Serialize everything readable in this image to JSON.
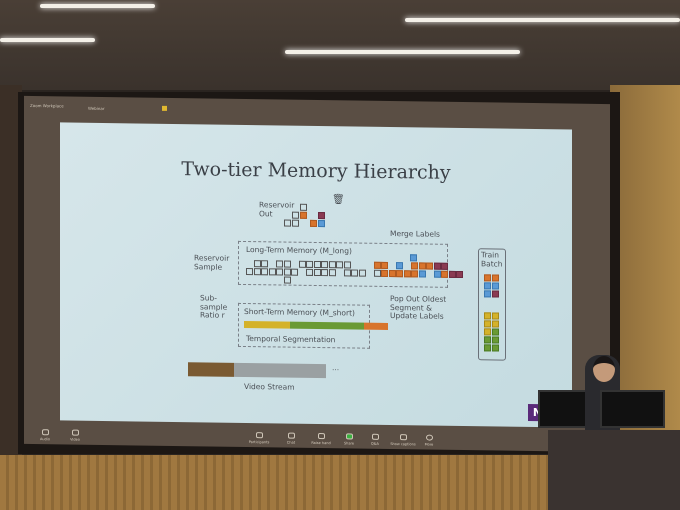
{
  "app": {
    "name": "Zoom Workplace",
    "mode": "Webinar"
  },
  "slide": {
    "title": "Two-tier Memory Hierarchy",
    "labels": {
      "reservoir_out": "Reservoir Out",
      "reservoir_sample": "Reservoir Sample",
      "subsample_ratio": "Sub-sample Ratio r",
      "long_term": "Long-Term Memory (M_long)",
      "short_term": "Short-Term Memory (M_short)",
      "merge_labels": "Merge Labels",
      "pop_out": "Pop Out Oldest Segment & Update Labels",
      "temporal_segmentation": "Temporal  Segmentation",
      "train_batch": "Train Batch",
      "video_stream": "Video Stream",
      "ellipsis": "···"
    },
    "logo": "NYU"
  },
  "toolbar": {
    "items": [
      "Audio",
      "Video",
      "Participants",
      "Chat",
      "Raise hand",
      "Share",
      "Q&A",
      "Show captions",
      "More"
    ]
  }
}
